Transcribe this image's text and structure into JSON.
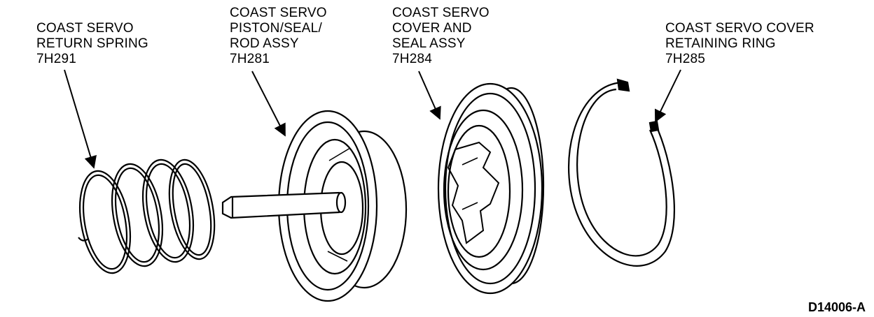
{
  "labels": {
    "spring": [
      "COAST SERVO",
      "RETURN SPRING",
      "7H291"
    ],
    "piston": [
      "COAST SERVO",
      "PISTON/SEAL/",
      "ROD ASSY",
      "7H281"
    ],
    "cover": [
      "COAST SERVO",
      "COVER AND",
      "SEAL ASSY",
      "7H284"
    ],
    "ring": [
      "COAST SERVO COVER",
      "RETAINING RING",
      "7H285"
    ]
  },
  "figure_id": "D14006-A"
}
